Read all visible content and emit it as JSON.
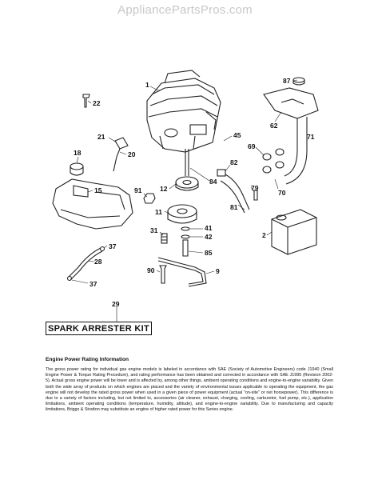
{
  "watermark": "AppliancePartsPros.com",
  "callouts": [
    {
      "id": "c1",
      "text": "1"
    },
    {
      "id": "c87",
      "text": "87"
    },
    {
      "id": "c22",
      "text": "22"
    },
    {
      "id": "c62",
      "text": "62"
    },
    {
      "id": "c21",
      "text": "21"
    },
    {
      "id": "c20",
      "text": "20"
    },
    {
      "id": "c45",
      "text": "45"
    },
    {
      "id": "c71",
      "text": "71"
    },
    {
      "id": "c18",
      "text": "18"
    },
    {
      "id": "c69",
      "text": "69"
    },
    {
      "id": "c82",
      "text": "82"
    },
    {
      "id": "c15",
      "text": "15"
    },
    {
      "id": "c91",
      "text": "91"
    },
    {
      "id": "c12",
      "text": "12"
    },
    {
      "id": "c84",
      "text": "84"
    },
    {
      "id": "c79",
      "text": "79"
    },
    {
      "id": "c70",
      "text": "70"
    },
    {
      "id": "c11",
      "text": "11"
    },
    {
      "id": "c81",
      "text": "81"
    },
    {
      "id": "c41",
      "text": "41"
    },
    {
      "id": "c2",
      "text": "2"
    },
    {
      "id": "c31",
      "text": "31"
    },
    {
      "id": "c42",
      "text": "42"
    },
    {
      "id": "c37a",
      "text": "37"
    },
    {
      "id": "c85",
      "text": "85"
    },
    {
      "id": "c28",
      "text": "28"
    },
    {
      "id": "c90",
      "text": "90"
    },
    {
      "id": "c9",
      "text": "9"
    },
    {
      "id": "c37b",
      "text": "37"
    }
  ],
  "kit": {
    "number": "29",
    "label": "SPARK ARRESTER KIT"
  },
  "rating": {
    "title": "Engine Power Rating Information",
    "body": "The gross power rating for individual gas engine models is labeled in accordance with SAE (Society of Automotive Engineers) code J1940 (Small Engine Power & Torque Rating Procedure), and rating performance has been obtained and corrected in accordance with SAE J1995 (Revision 2002-5). Actual gross engine power will be lower and is affected by, among other things, ambient operating conditions and engine-to-engine variability. Given both the wide array of products on which engines are placed and the variety of environmental issues applicable to operating the equipment, the gas engine will not develop the rated gross power when used in a given piece of power equipment (actual \"on-site\" or net horsepower). This difference is due to a variety of factors including, but not limited to, accessories (air cleaner, exhaust, charging, cooling, carburetor, fuel pump, etc.), application limitations, ambient operating conditions (temperature, humidity, altitude), and engine-to-engine variability. Due to manufacturing and capacity limitations, Briggs & Stratton may substitute an engine of higher rated power for this Series engine."
  }
}
